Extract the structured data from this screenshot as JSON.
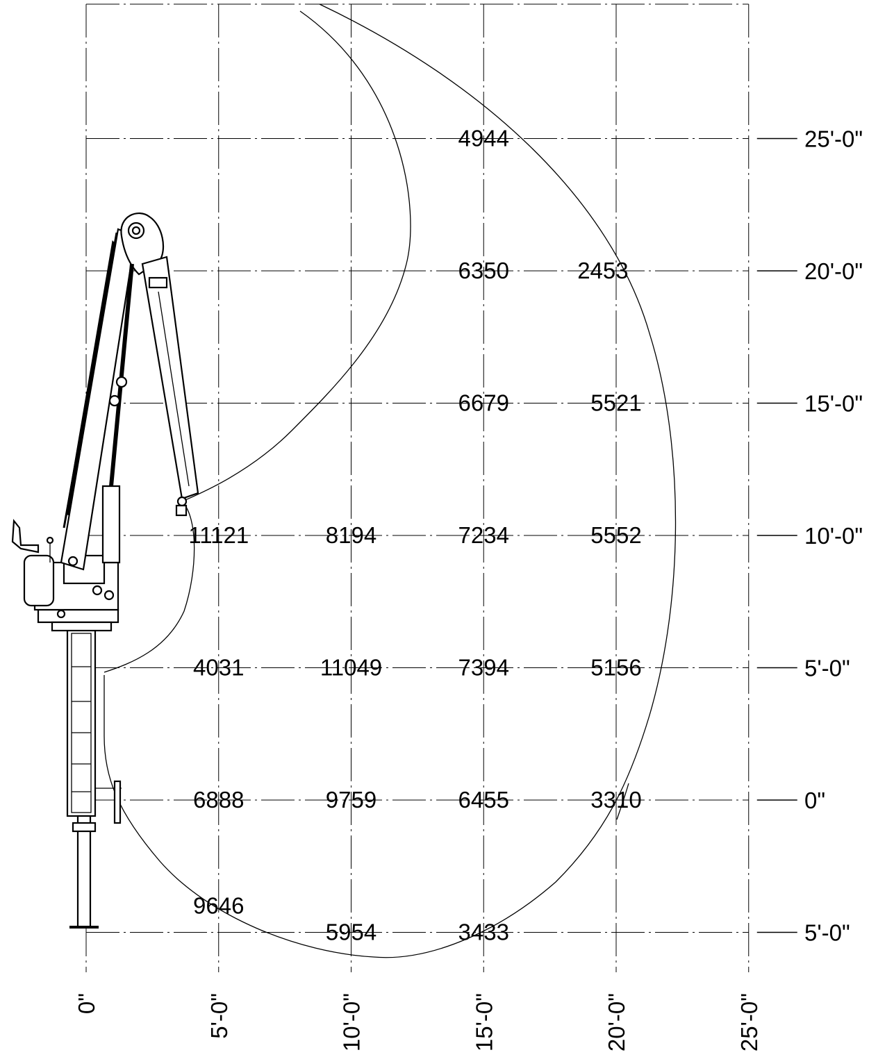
{
  "chart_data": {
    "type": "scatter",
    "x_ticks": [
      "0\"",
      "5'-0\"",
      "10'-0\"",
      "15'-0\"",
      "20'-0\"",
      "25'-0\""
    ],
    "y_ticks": [
      "25'-0\"",
      "20'-0\"",
      "15'-0\"",
      "10'-0\"",
      "5'-0\"",
      "0\"",
      "5'-0\""
    ],
    "grid": true,
    "capacities": [
      {
        "x": 15,
        "y": 25,
        "value": "4944"
      },
      {
        "x": 15,
        "y": 20,
        "value": "6350"
      },
      {
        "x": 19.5,
        "y": 20,
        "value": "2453"
      },
      {
        "x": 15,
        "y": 15,
        "value": "6679"
      },
      {
        "x": 20,
        "y": 15,
        "value": "5521"
      },
      {
        "x": 5,
        "y": 10,
        "value": "11121"
      },
      {
        "x": 10,
        "y": 10,
        "value": "8194"
      },
      {
        "x": 15,
        "y": 10,
        "value": "7234"
      },
      {
        "x": 20,
        "y": 10,
        "value": "5552"
      },
      {
        "x": 5,
        "y": 5,
        "value": "4031"
      },
      {
        "x": 10,
        "y": 5,
        "value": "11049"
      },
      {
        "x": 15,
        "y": 5,
        "value": "7394"
      },
      {
        "x": 20,
        "y": 5,
        "value": "5156"
      },
      {
        "x": 5,
        "y": 0,
        "value": "6888"
      },
      {
        "x": 10,
        "y": 0,
        "value": "9759"
      },
      {
        "x": 15,
        "y": 0,
        "value": "6455"
      },
      {
        "x": 20,
        "y": 0,
        "value": "3310"
      },
      {
        "x": 5,
        "y": -4,
        "value": "9646"
      },
      {
        "x": 10,
        "y": -5,
        "value": "5954"
      },
      {
        "x": 15,
        "y": -5,
        "value": "3433"
      }
    ]
  }
}
